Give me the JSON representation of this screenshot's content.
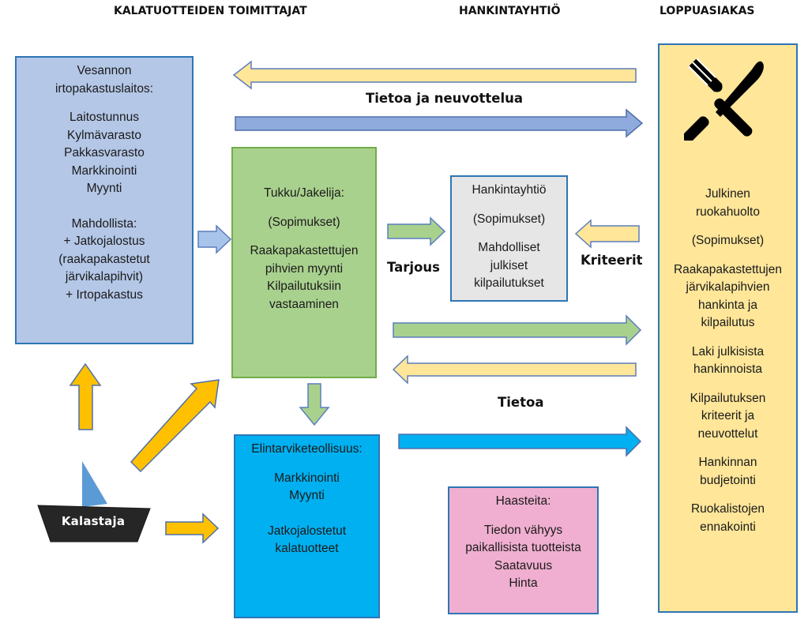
{
  "headers": {
    "suppliers": "KALATUOTTEIDEN TOIMITTAJAT",
    "procurement": "HANKINTAYHTIÖ",
    "customer": "LOPPUASIAKAS"
  },
  "vesanto_box": {
    "title": [
      "Vesannon",
      "irtopakastuslaitos:"
    ],
    "items": [
      "Laitostunnus",
      "Kylmävarasto",
      "Pakkasvarasto",
      "Markkinointi",
      "Myynti"
    ],
    "optional_title": "Mahdollista:",
    "optional_items": [
      "+ Jatkojalostus",
      "(raakapakastetut",
      "järvikalapihvit)",
      "+ Irtopakastus"
    ]
  },
  "wholesale_box": {
    "title": "Tukku/Jakelija:",
    "contracts": "(Sopimukset)",
    "items": [
      "Raakapakastettujen",
      "pihvien myynti",
      "Kilpailutuksiin",
      "vastaaminen"
    ]
  },
  "procurement_box": {
    "title": "Hankintayhtiö",
    "contracts": "(Sopimukset)",
    "items": [
      "Mahdolliset",
      "julkiset",
      "kilpailutukset"
    ]
  },
  "food_industry_box": {
    "title": "Elintarviketeollisuus:",
    "items": [
      "Markkinointi",
      "Myynti"
    ],
    "products": [
      "Jatkojalostetut",
      "kalatuotteet"
    ]
  },
  "challenges_box": {
    "title": "Haasteita:",
    "items": [
      "Tiedon vähyys",
      "paikallisista tuotteista",
      "Saatavuus",
      "Hinta"
    ]
  },
  "customer_box": {
    "icon": "fork-knife-icon",
    "blocks": [
      [
        "Julkinen",
        "ruokahuolto"
      ],
      [
        "(Sopimukset)"
      ],
      [
        "Raakapakastettujen",
        "järvikalapihvien",
        "hankinta ja",
        "kilpailutus"
      ],
      [
        "Laki julkisista",
        "hankinnoista"
      ],
      [
        "Kilpailutuksen",
        "kriteerit ja",
        "neuvottelut"
      ],
      [
        "Hankinnan",
        "budjetointi"
      ],
      [
        "Ruokalistojen",
        "ennakointi"
      ]
    ]
  },
  "fisherman": {
    "label": "Kalastaja",
    "icon": "boat-icon"
  },
  "labels": {
    "info_negotiation": "Tietoa ja neuvottelua",
    "offer": "Tarjous",
    "criteria": "Kriteerit",
    "info": "Tietoa"
  },
  "colors": {
    "vesanto": "#b4c7e7",
    "wholesale": "#a9d18e",
    "procurement": "#e7e6e6",
    "food_industry": "#00b0f0",
    "challenges": "#f0afd0",
    "customer": "#ffe699",
    "arrow_blue": "#8faadc",
    "arrow_yellow": "#ffe699",
    "arrow_green": "#a9d18e",
    "arrow_cyan": "#00b0f0",
    "arrow_orange": "#ffc000",
    "boat": "#262626",
    "sail": "#5b9bd5"
  }
}
